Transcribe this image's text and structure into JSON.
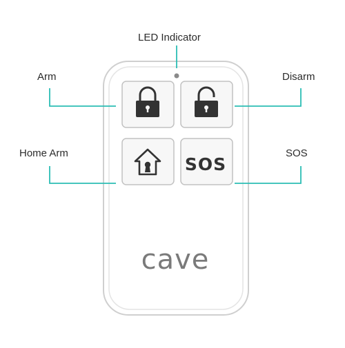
{
  "title": "",
  "labels": {
    "led_indicator": "LED Indicator",
    "arm": "Arm",
    "disarm": "Disarm",
    "home_arm": "Home Arm",
    "sos": "SOS"
  },
  "device": {
    "brand": "cave",
    "sos_button_text": "SOS",
    "buttons": [
      "arm-locked-padlock",
      "disarm-unlocked-padlock",
      "home-arm-house",
      "sos"
    ]
  },
  "colors": {
    "leader_line": "#2bbdb4",
    "device_outline": "#c9c9c9",
    "device_fill": "#ffffff",
    "button_fill": "#f7f7f7",
    "button_outline": "#c2c2c2",
    "icon": "#333333",
    "brand_text": "#7a7a7a",
    "led_dot": "#8a8a8a"
  }
}
